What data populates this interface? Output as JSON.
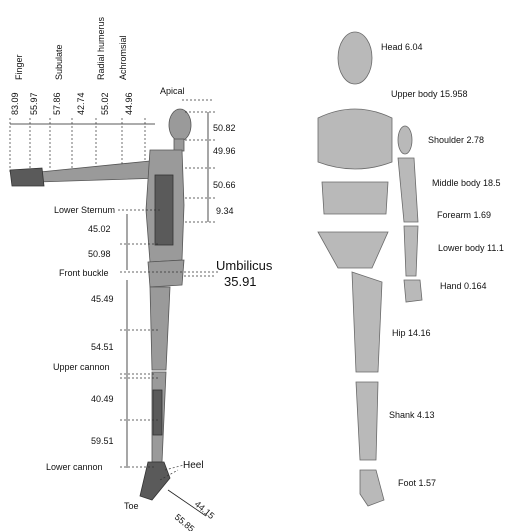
{
  "left": {
    "top_labels": [
      "Finger",
      "Subulate",
      "Radial humerus",
      "Achromsial"
    ],
    "top_values": [
      "83.09",
      "55.97",
      "57.86",
      "42.74",
      "55.02",
      "44.96"
    ],
    "apical": "Apical",
    "right_values": [
      "50.82",
      "49.96",
      "50.66",
      "9.34"
    ],
    "lower_sternum": "Lower Sternum",
    "mid_values": [
      "45.02",
      "50.98"
    ],
    "front_buckle": "Front buckle",
    "umbilicus": "Umbilicus",
    "umbilicus_value": "35.91",
    "leg_values": [
      "45.49",
      "54.51",
      "40.49",
      "59.51"
    ],
    "upper_cannon": "Upper cannon",
    "lower_cannon": "Lower cannon",
    "heel": "Heel",
    "toe": "Toe",
    "foot_values": [
      "44.15",
      "55.85"
    ]
  },
  "right": {
    "segments": [
      "Head 6.04",
      "Upper body 15.958",
      "Shoulder 2.78",
      "Middle body 18.5",
      "Forearm 1.69",
      "Lower body 11.1",
      "Hand 0.164",
      "Hip 14.16",
      "Shank 4.13",
      "Foot 1.57"
    ]
  }
}
